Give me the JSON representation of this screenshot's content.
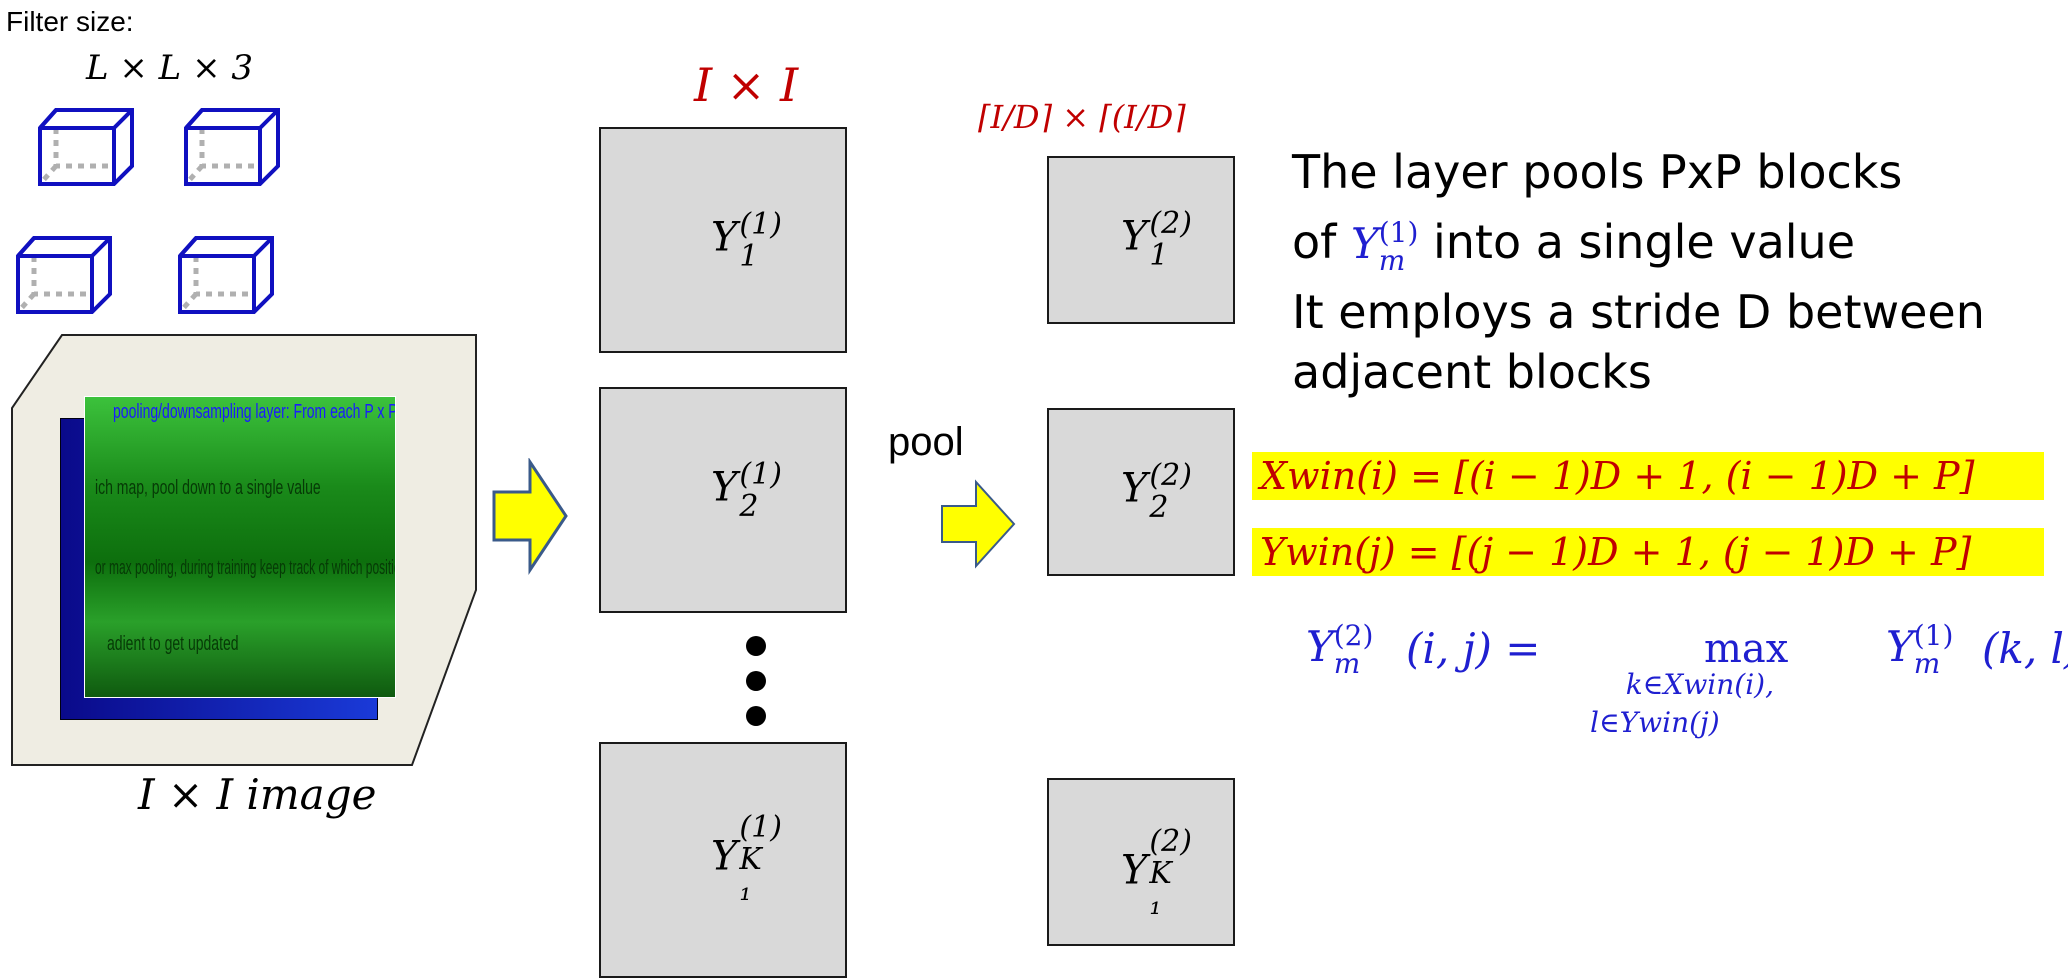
{
  "filter": {
    "caption": "Filter size:",
    "size": "L × L × 3"
  },
  "image": {
    "label": "I × I image",
    "photo_text_lines": [
      "pooling/downsampling layer: From each P x P bl",
      "ich map, pool down to a single value",
      "or max pooling, during training keep track of which positic",
      "adient to get updated"
    ]
  },
  "layer1": {
    "size_label": "I × I",
    "maps": [
      "Y1(1)",
      "Y2(1)",
      "YK1(1)"
    ]
  },
  "pool_label": "pool",
  "layer2": {
    "size_label": "⌈I/D⌉ × ⌈(I/D⌉",
    "maps": [
      "Y1(2)",
      "Y2(2)",
      "YK1(2)"
    ]
  },
  "description": {
    "line1": "The layer pools PxP blocks",
    "line2_pre": "of",
    "line2_post": "into a single value",
    "line3": "It employs a stride D between",
    "line4": "adjacent blocks"
  },
  "formulas": {
    "xwin": "Xwin(i) = [(i − 1)D + 1, (i − 1)D + P]",
    "ywin": "Ywin(j) = [(j − 1)D + 1, (j − 1)D + P]",
    "max_lhs_args": "(i, j) =",
    "max_op": "max",
    "max_sub1": "k∈Xwin(i),",
    "max_sub2": "l∈Ywin(j)",
    "max_rhs_args": "(k, l)"
  },
  "colors": {
    "cube_blue": "#1010c0",
    "map_fill": "#d9d9d9",
    "arrow_yellow": "#ffff00",
    "highlight": "#ffff00",
    "formula_red": "#c00000",
    "formula_blue": "#1f1fd0",
    "photo_green": "#1a9a1a"
  }
}
